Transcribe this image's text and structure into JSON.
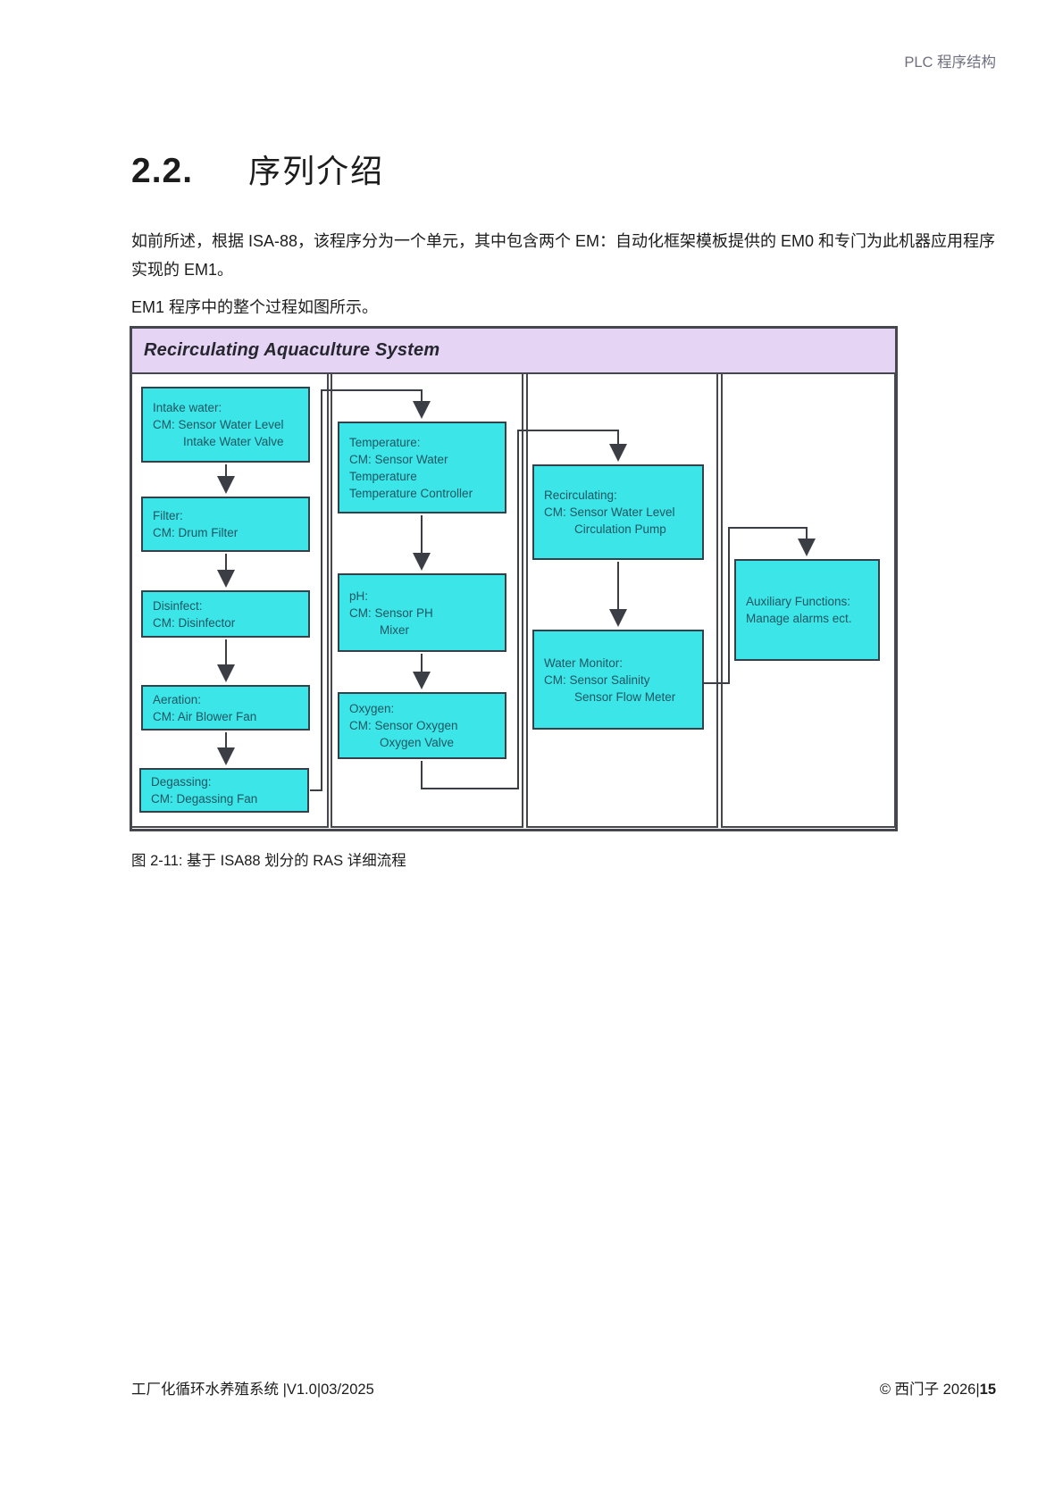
{
  "header": {
    "right_label": "PLC 程序结构"
  },
  "section": {
    "number": "2.2.",
    "title": "序列介绍"
  },
  "body": {
    "para1": "如前所述，根据 ISA-88，该程序分为一个单元，其中包含两个 EM：自动化框架模板提供的 EM0 和专门为此机器应用程序实现的 EM1。",
    "para2": "EM1 程序中的整个过程如图所示。"
  },
  "figure": {
    "title": "Recirculating Aquaculture System",
    "caption": "图 2-11: 基于 ISA88 划分的 RAS 详细流程",
    "colors": {
      "title_bar_fill": "#E5D4F4",
      "box_fill": "#3CE5E8",
      "box_border": "#33424A",
      "box_text": "#1E5661",
      "line": "#3B3E45"
    },
    "boxes": {
      "intake": {
        "l1": "Intake water:",
        "l2": "CM: Sensor Water Level",
        "l3": "Intake Water Valve"
      },
      "filter": {
        "l1": "Filter:",
        "l2": "CM: Drum Filter"
      },
      "disinfect": {
        "l1": "Disinfect:",
        "l2": "CM: Disinfector"
      },
      "aeration": {
        "l1": "Aeration:",
        "l2": "CM: Air Blower Fan"
      },
      "degassing": {
        "l1": "Degassing:",
        "l2": "CM: Degassing Fan"
      },
      "temperature": {
        "l1": "Temperature:",
        "l2": "CM: Sensor Water",
        "l3": "Temperature",
        "l4": "Temperature Controller"
      },
      "ph": {
        "l1": "pH:",
        "l2": "CM: Sensor PH",
        "l3": "Mixer"
      },
      "oxygen": {
        "l1": "Oxygen:",
        "l2": "CM: Sensor Oxygen",
        "l3": "Oxygen Valve"
      },
      "recirculating": {
        "l1": "Recirculating:",
        "l2": "CM: Sensor Water Level",
        "l3": "Circulation Pump"
      },
      "water_monitor": {
        "l1": "Water Monitor:",
        "l2": "CM: Sensor Salinity",
        "l3": "Sensor Flow Meter"
      },
      "auxiliary": {
        "l1": "Auxiliary Functions:",
        "l2": "Manage alarms ect."
      }
    }
  },
  "footer": {
    "left": "工厂化循环水养殖系统 |V1.0|03/2025",
    "right_prefix": "© 西门子 2026|",
    "page": "15"
  }
}
